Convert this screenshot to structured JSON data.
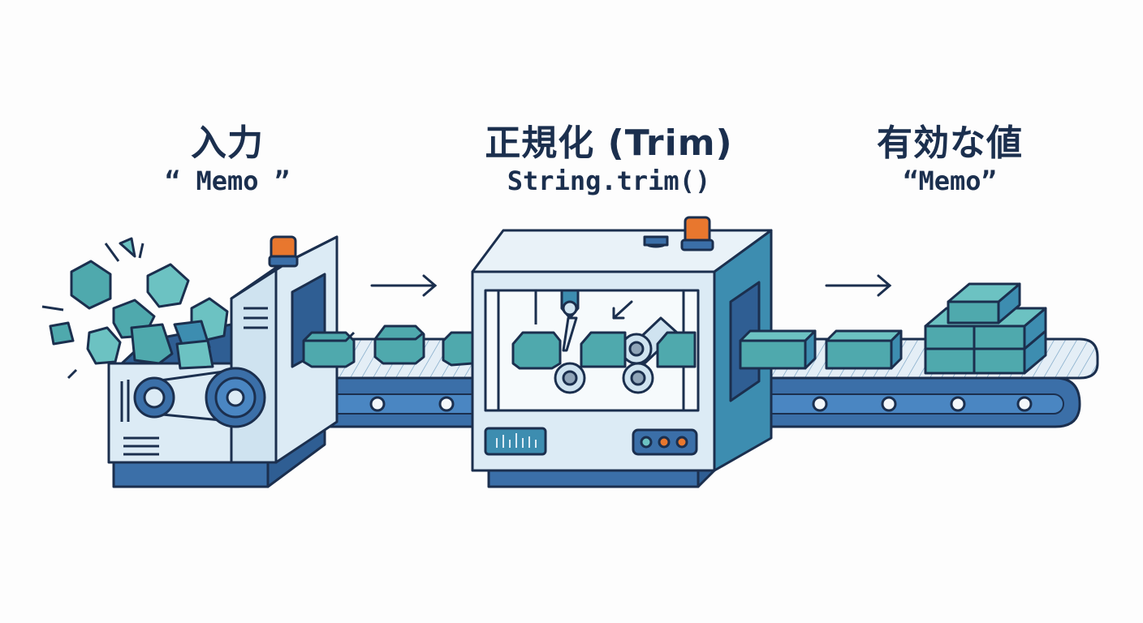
{
  "stages": [
    {
      "id": "input",
      "title": "入力",
      "value": "“ Memo ”"
    },
    {
      "id": "normalize",
      "title": "正規化 (Trim)",
      "value": "String.trim()"
    },
    {
      "id": "output",
      "title": "有効な値",
      "value": "“Memo”"
    }
  ],
  "colors": {
    "outline": "#1b2f4e",
    "machine": "#dcebf5",
    "machine_dark": "#3d8db0",
    "belt": "#3b6fa8",
    "block": "#4fa9ad",
    "block_light": "#6cc2c2",
    "lamp": "#e8772e",
    "text": "#1b2f4e"
  }
}
